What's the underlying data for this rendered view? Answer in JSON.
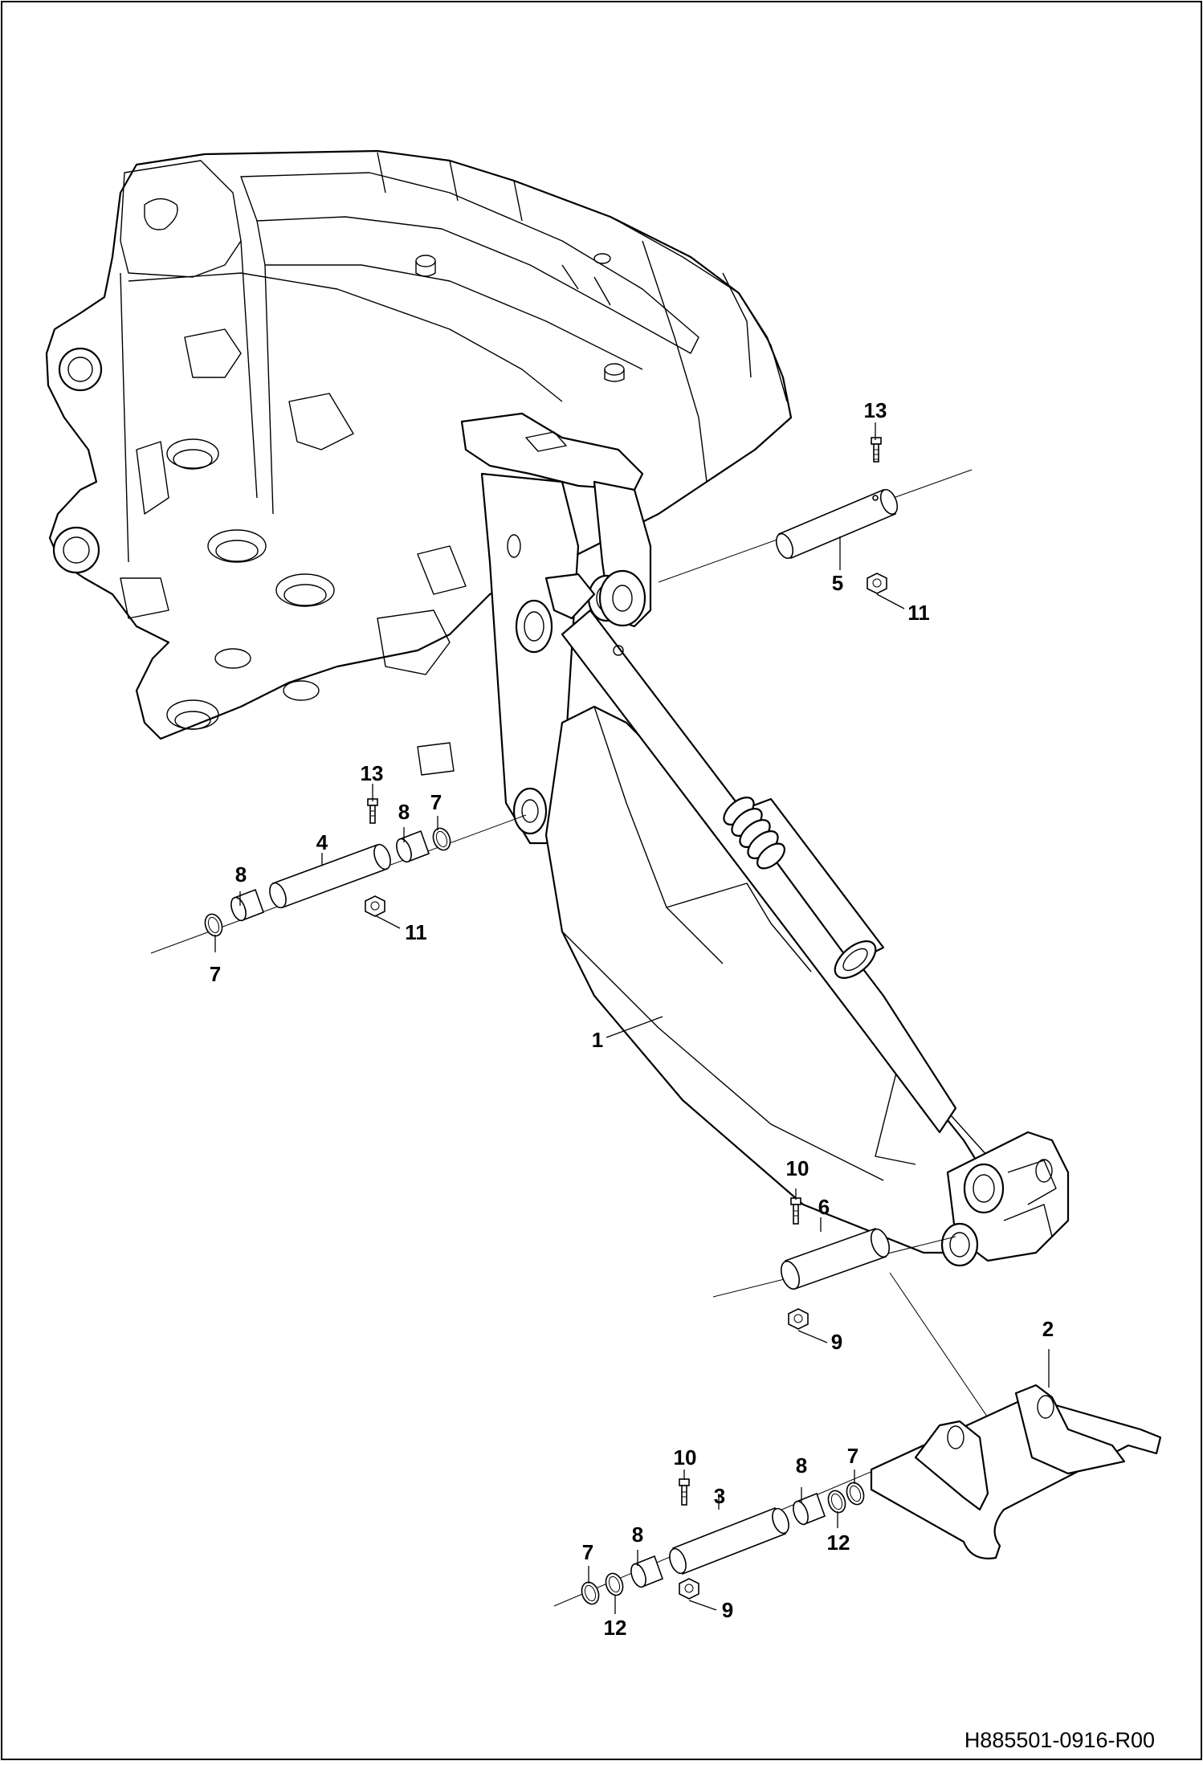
{
  "drawing": {
    "doc_id": "H885501-0916-R00",
    "callouts": {
      "c1": "1",
      "c2": "2",
      "c3": "3",
      "c4": "4",
      "c5": "5",
      "c6": "6",
      "c7a": "7",
      "c7b": "7",
      "c7c": "7",
      "c7d": "7",
      "c8a": "8",
      "c8b": "8",
      "c8c": "8",
      "c8d": "8",
      "c9a": "9",
      "c9b": "9",
      "c10a": "10",
      "c10b": "10",
      "c11a": "11",
      "c11b": "11",
      "c12a": "12",
      "c12b": "12",
      "c13a": "13",
      "c13b": "13"
    }
  }
}
